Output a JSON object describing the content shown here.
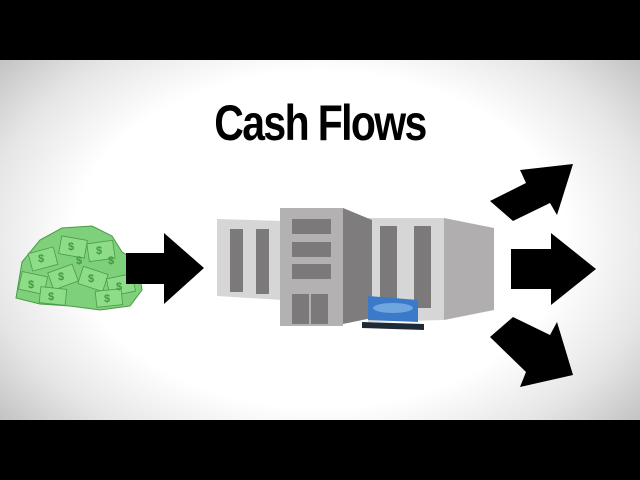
{
  "title": "Cash Flows",
  "scene": {
    "source_icon": "money-pile-icon",
    "center_icon": "company-building-icon",
    "sign_color": "#3a7ac8",
    "money_color": "#7fd07a",
    "arrow_color": "#000000",
    "inflow_arrows": 1,
    "outflow_arrows": 3
  }
}
